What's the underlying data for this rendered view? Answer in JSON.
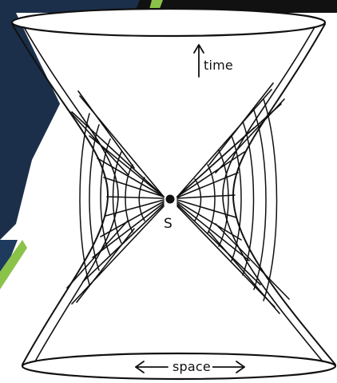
{
  "labels": {
    "time": "time",
    "source": "S",
    "space": "space"
  },
  "colors": {
    "background": "#ffffff",
    "ink": "#111111",
    "top_bar": "#111111",
    "left_panel_dark": "#1b2f4a",
    "accent_green": "#8bc34a"
  },
  "icons": {
    "time_arrow": "up-arrow-icon",
    "space_arrow": "double-headed-arrow-icon",
    "source_point": "filled-dot-icon"
  }
}
